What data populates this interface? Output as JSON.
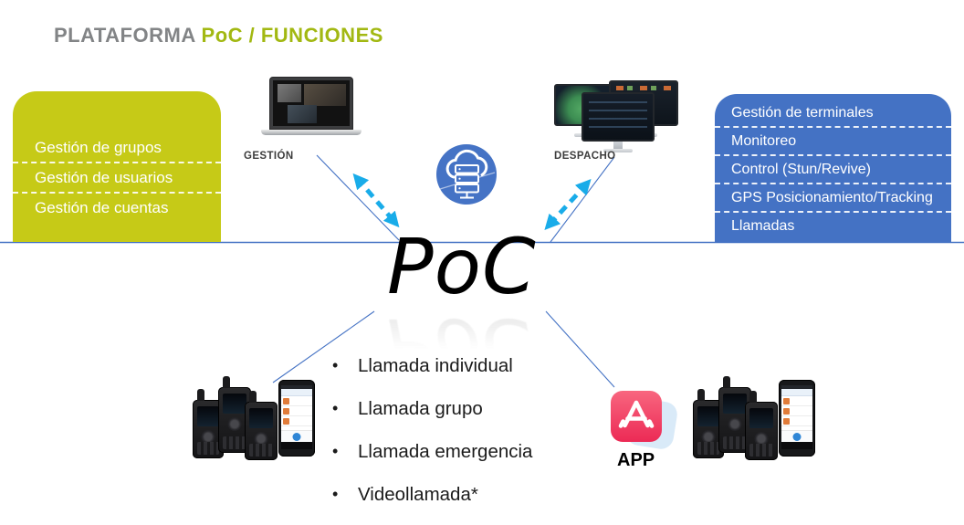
{
  "title": {
    "gray": "PLATAFORMA",
    "green": " PoC / FUNCIONES"
  },
  "admin_box": {
    "items": [
      "Gestión de grupos",
      "Gestión de usuarios",
      "Gestión de cuentas"
    ]
  },
  "functions_box": {
    "items": [
      "Gestión de terminales",
      "Monitoreo",
      "Control (Stun/Revive)",
      "GPS Posicionamiento/Tracking",
      "Llamadas"
    ]
  },
  "nodes": {
    "gestion_label": "GESTIÓN",
    "despacho_label": "DESPACHO",
    "poc_label": "PoC",
    "app_label": "APP"
  },
  "features": {
    "bullet": "•",
    "items": [
      "Llamada individual",
      "Llamada grupo",
      "Llamada emergencia",
      "Videollamada*"
    ]
  },
  "icons": {
    "cloud_server": "cloud-server-icon",
    "app_store": "app-store-icon"
  },
  "colors": {
    "title_gray": "#828486",
    "accent_green": "#a2b812",
    "box_green": "#c6ca17",
    "box_blue": "#4472c4",
    "line_blue": "#4472c4",
    "arrow_cyan": "#19ace9",
    "app_pink": "#ee2d55"
  }
}
